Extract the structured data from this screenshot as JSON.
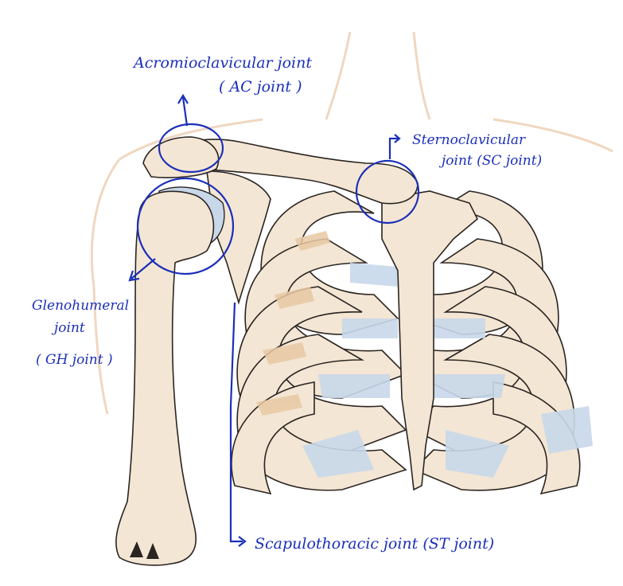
{
  "labels": {
    "ac": {
      "line1": "Acromioclavicular joint",
      "line2": "( AC joint )"
    },
    "sc": {
      "line1": "Sternoclavicular",
      "line2": "joint  (SC joint)"
    },
    "gh": {
      "line1": "Glenohumeral",
      "line2": "joint",
      "line3": "( GH joint )"
    },
    "st": {
      "line1": "Scapulothoracic  joint  (ST joint)"
    }
  },
  "colors": {
    "annotation": "#1b2fb8",
    "bone": "#f4e6d4",
    "bone_dark": "#e8c9a4",
    "cartilage": "#c8d8ea",
    "outline": "#2a2522",
    "skin": "#f0d7c0"
  }
}
